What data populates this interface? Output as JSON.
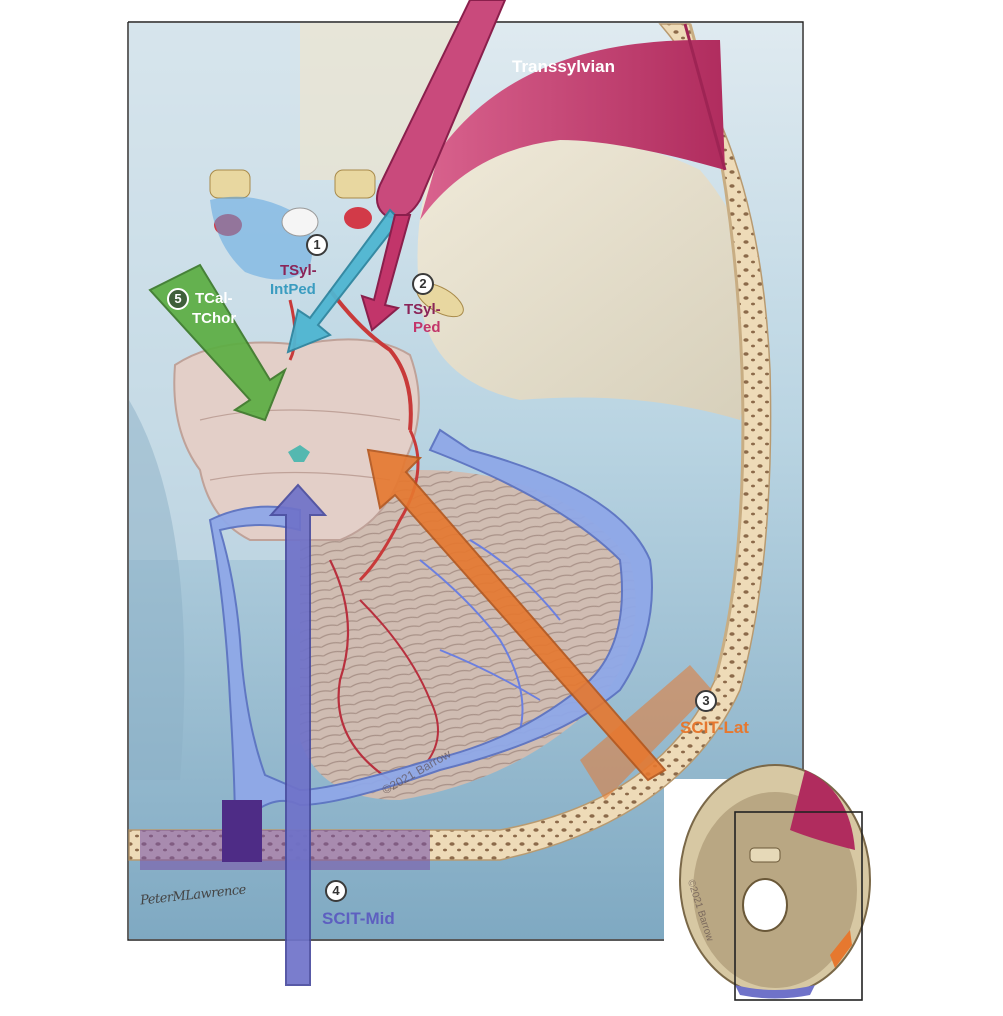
{
  "labels": {
    "transsylvian": "Transsylvian",
    "approach_1": {
      "number": "1",
      "line1": "TSyl-",
      "line2": "IntPed"
    },
    "approach_2": {
      "number": "2",
      "line1": "TSyl-",
      "line2": "Ped"
    },
    "approach_3": {
      "number": "3",
      "text": "SCIT-Lat"
    },
    "approach_4": {
      "number": "4",
      "text": "SCIT-Mid"
    },
    "approach_5": {
      "number": "5",
      "line1": "TCal-",
      "line2": "TChor"
    }
  },
  "signature": "PeterMLawrence",
  "copyright_main": "©2021 Barrow",
  "copyright_inset": "©2021 Barrow",
  "colors": {
    "transsylvian": "#c2356a",
    "approach_1": "#4fb6d1",
    "approach_2": "#c2356a",
    "approach_3": "#e6782f",
    "approach_4": "#6f72c9",
    "approach_5": "#5cae43",
    "vein": "#8fa8e8",
    "skull_bone": "#eedbb8",
    "csf_blue": "#9cc3d8"
  }
}
